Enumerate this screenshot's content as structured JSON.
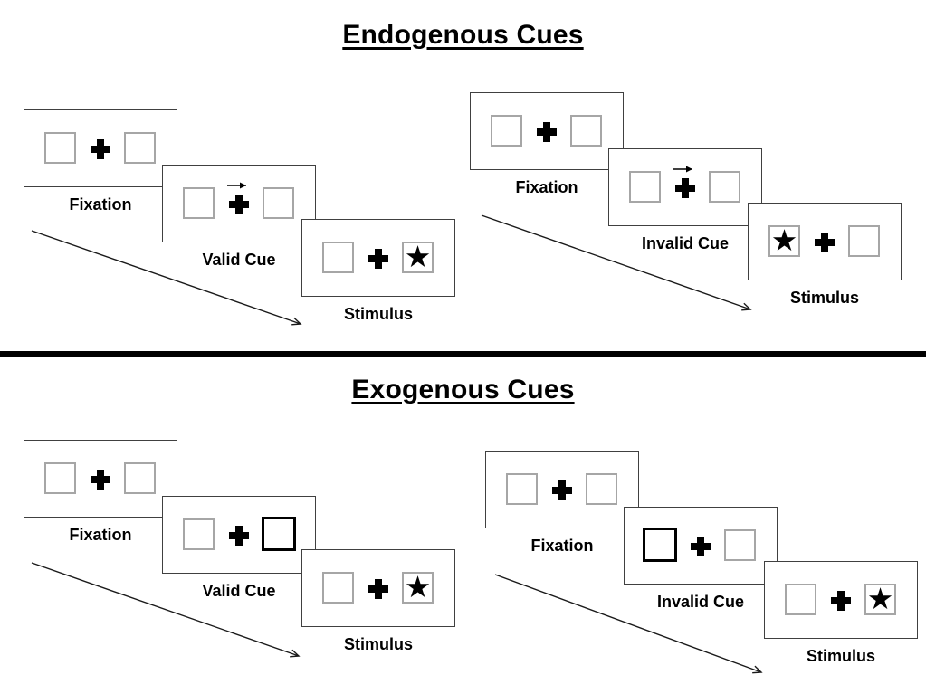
{
  "glyphs": {
    "star": "★"
  },
  "colors": {
    "ink": "#000000",
    "panel_border": "#404040",
    "box_border": "#a6a6a6"
  },
  "sections": [
    {
      "title": "Endogenous Cues",
      "groups": [
        {
          "name": "valid-trial",
          "panels": [
            {
              "label": "Fixation",
              "left_box": "empty",
              "right_box": "empty",
              "center": "fixation-cross",
              "cue_marker": null
            },
            {
              "label": "Valid Cue",
              "left_box": "empty",
              "right_box": "empty",
              "center": "fixation-cross",
              "cue_marker": "arrow-right-above-cross"
            },
            {
              "label": "Stimulus",
              "left_box": "empty",
              "right_box": "star",
              "center": "fixation-cross",
              "cue_marker": null
            }
          ]
        },
        {
          "name": "invalid-trial",
          "panels": [
            {
              "label": "Fixation",
              "left_box": "empty",
              "right_box": "empty",
              "center": "fixation-cross",
              "cue_marker": null
            },
            {
              "label": "Invalid Cue",
              "left_box": "empty",
              "right_box": "empty",
              "center": "fixation-cross",
              "cue_marker": "arrow-right-above-cross"
            },
            {
              "label": "Stimulus",
              "left_box": "star",
              "right_box": "empty",
              "center": "fixation-cross",
              "cue_marker": null
            }
          ]
        }
      ]
    },
    {
      "title": "Exogenous Cues",
      "groups": [
        {
          "name": "valid-trial",
          "panels": [
            {
              "label": "Fixation",
              "left_box": "empty",
              "right_box": "empty",
              "center": "fixation-cross",
              "cue_marker": null
            },
            {
              "label": "Valid Cue",
              "left_box": "empty",
              "right_box": "highlighted",
              "center": "fixation-cross",
              "cue_marker": "thick-right-box"
            },
            {
              "label": "Stimulus",
              "left_box": "empty",
              "right_box": "star",
              "center": "fixation-cross",
              "cue_marker": null
            }
          ]
        },
        {
          "name": "invalid-trial",
          "panels": [
            {
              "label": "Fixation",
              "left_box": "empty",
              "right_box": "empty",
              "center": "fixation-cross",
              "cue_marker": null
            },
            {
              "label": "Invalid Cue",
              "left_box": "highlighted",
              "right_box": "empty",
              "center": "fixation-cross",
              "cue_marker": "thick-left-box"
            },
            {
              "label": "Stimulus",
              "left_box": "empty",
              "right_box": "star",
              "center": "fixation-cross",
              "cue_marker": null
            }
          ]
        }
      ]
    }
  ]
}
